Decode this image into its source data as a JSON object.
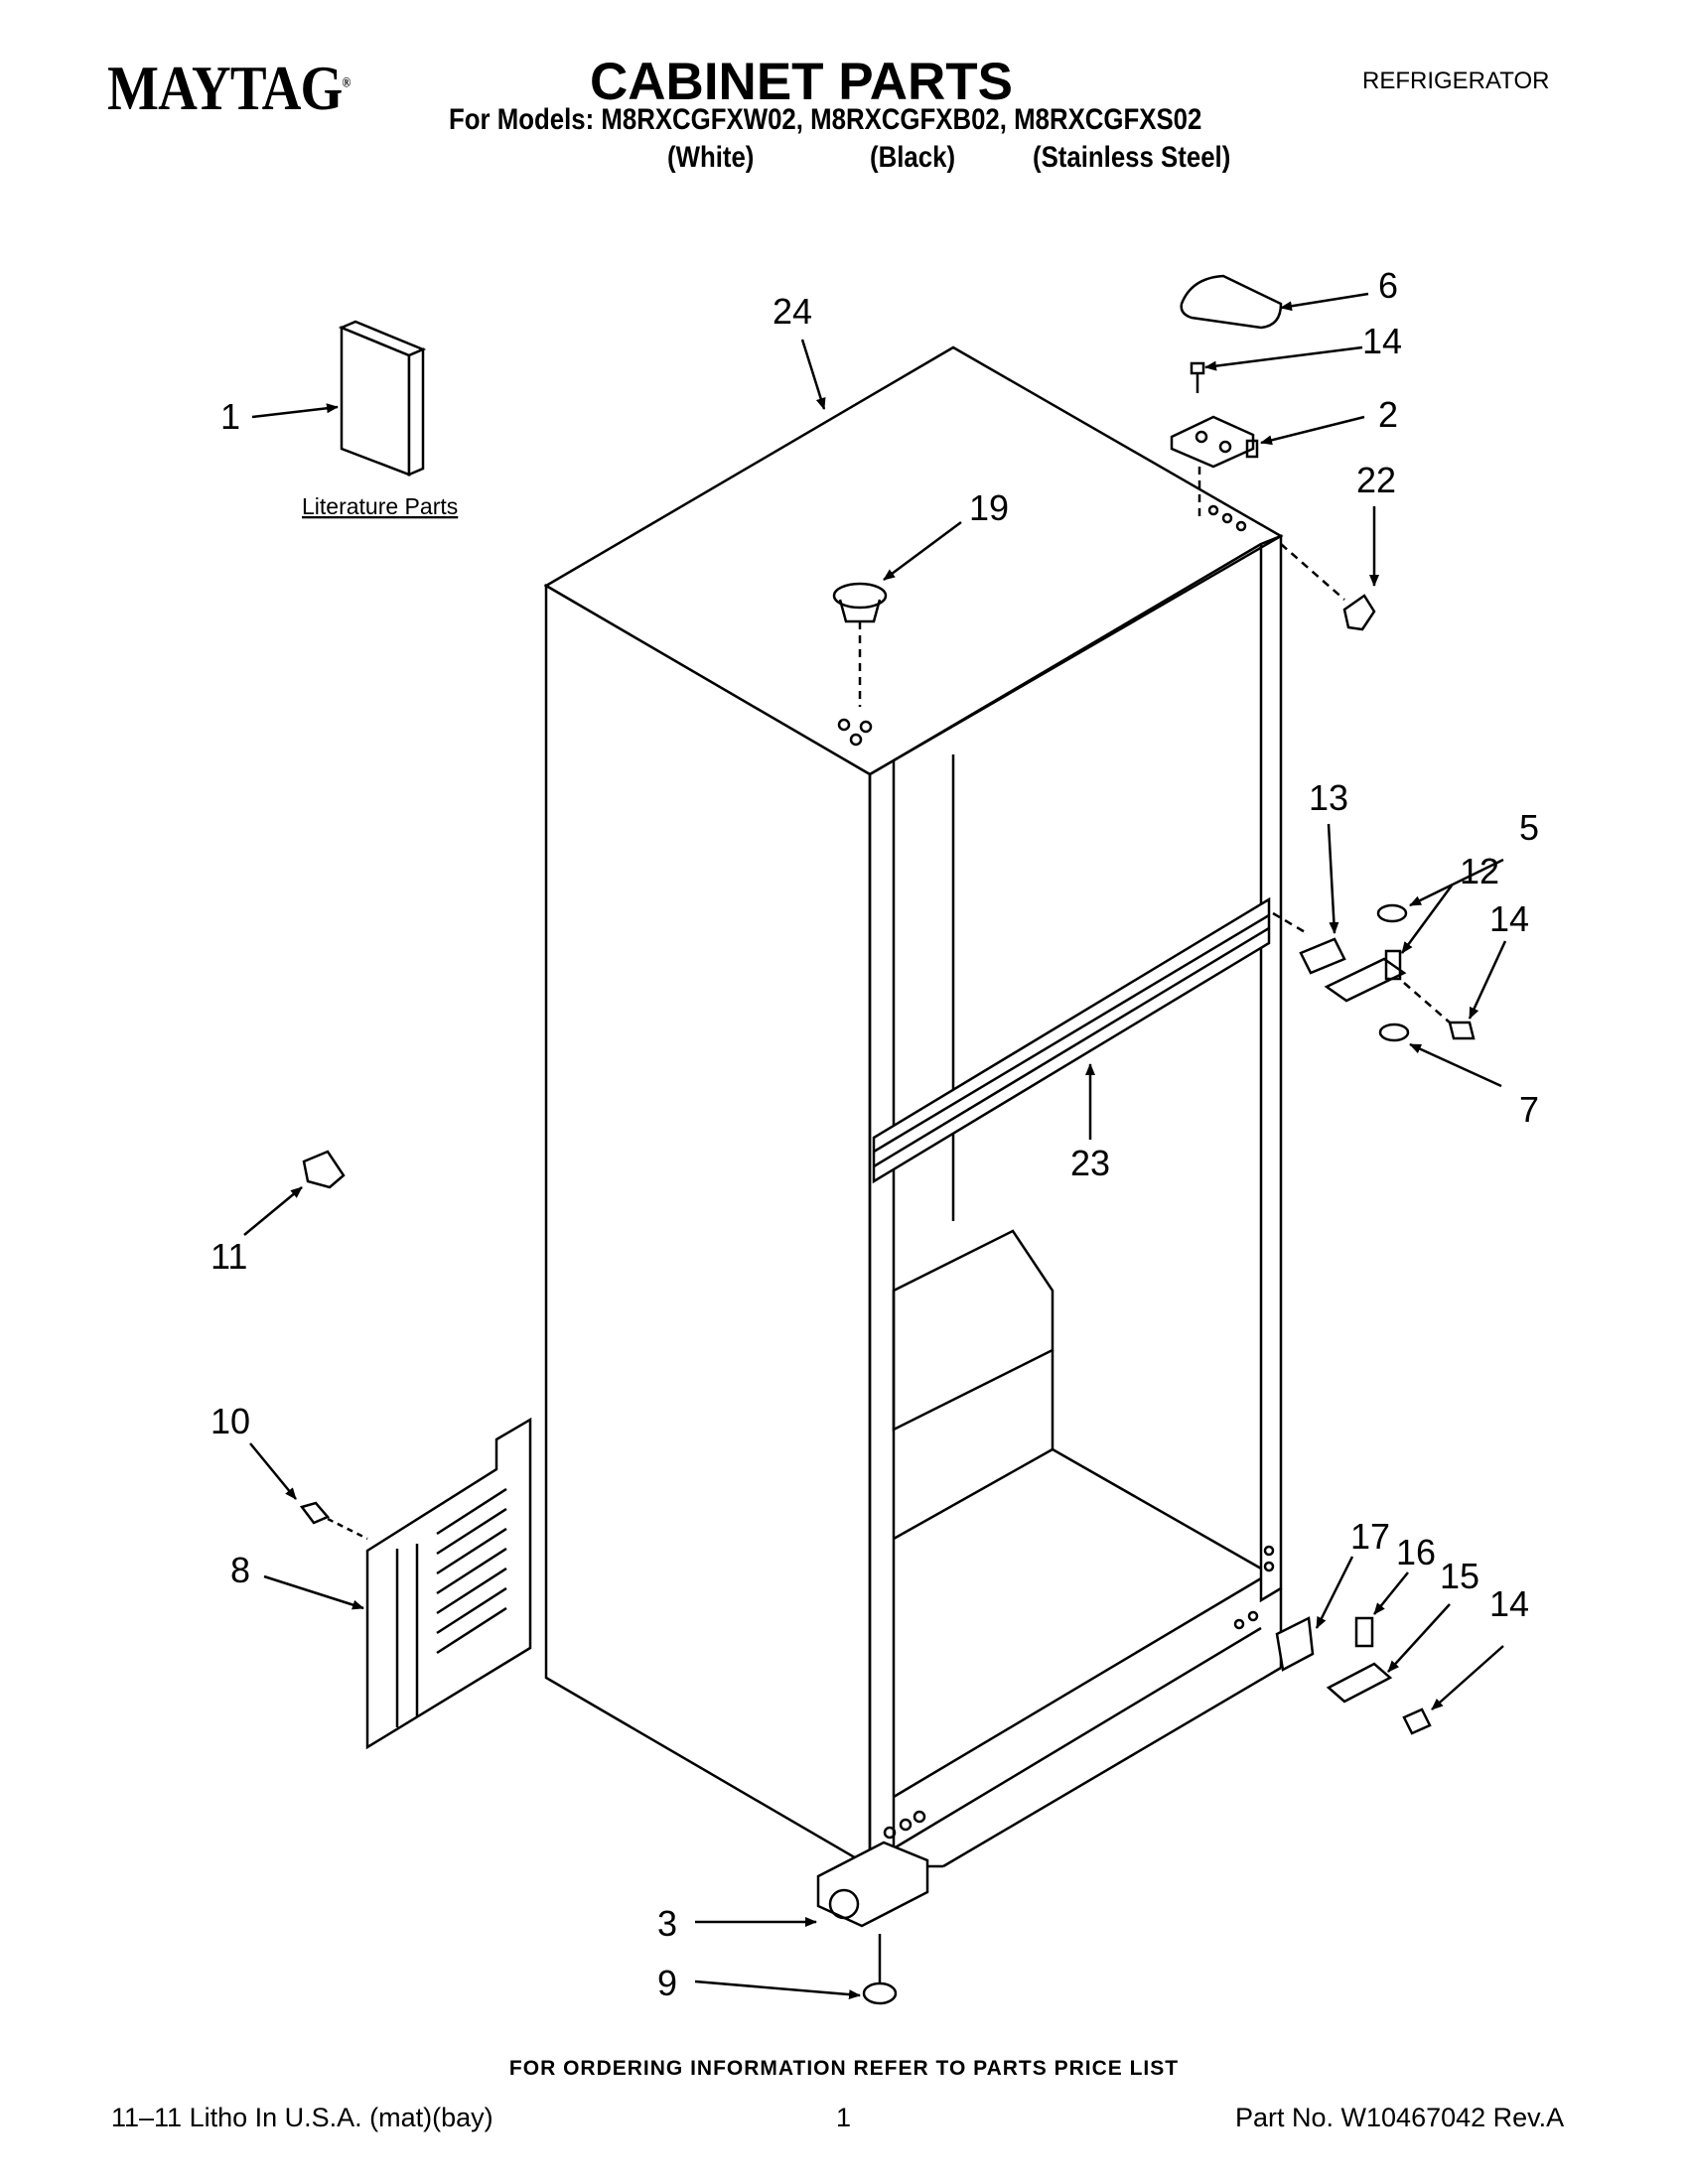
{
  "header": {
    "brand": "MAYTAG",
    "brand_mark": "®",
    "title": "CABINET PARTS",
    "appliance": "REFRIGERATOR",
    "models_line": "For Models: M8RXCGFXW02, M8RXCGFXB02, M8RXCGFXS02",
    "variants": [
      "(White)",
      "(Black)",
      "(Stainless Steel)"
    ]
  },
  "diagram": {
    "literature_label": "Literature Parts",
    "callouts": {
      "c1": "1",
      "c2": "2",
      "c3": "3",
      "c5": "5",
      "c6": "6",
      "c7": "7",
      "c8": "8",
      "c9": "9",
      "c10": "10",
      "c11": "11",
      "c12": "12",
      "c13": "13",
      "c14a": "14",
      "c14b": "14",
      "c14c": "14",
      "c15": "15",
      "c16": "16",
      "c17": "17",
      "c19": "19",
      "c22": "22",
      "c23": "23",
      "c24": "24"
    }
  },
  "footer": {
    "ordering_note": "FOR ORDERING INFORMATION REFER TO PARTS PRICE LIST",
    "litho": "11–11 Litho In U.S.A. (mat)(bay)",
    "page": "1",
    "part_no": "Part No. W10467042 Rev.A"
  }
}
